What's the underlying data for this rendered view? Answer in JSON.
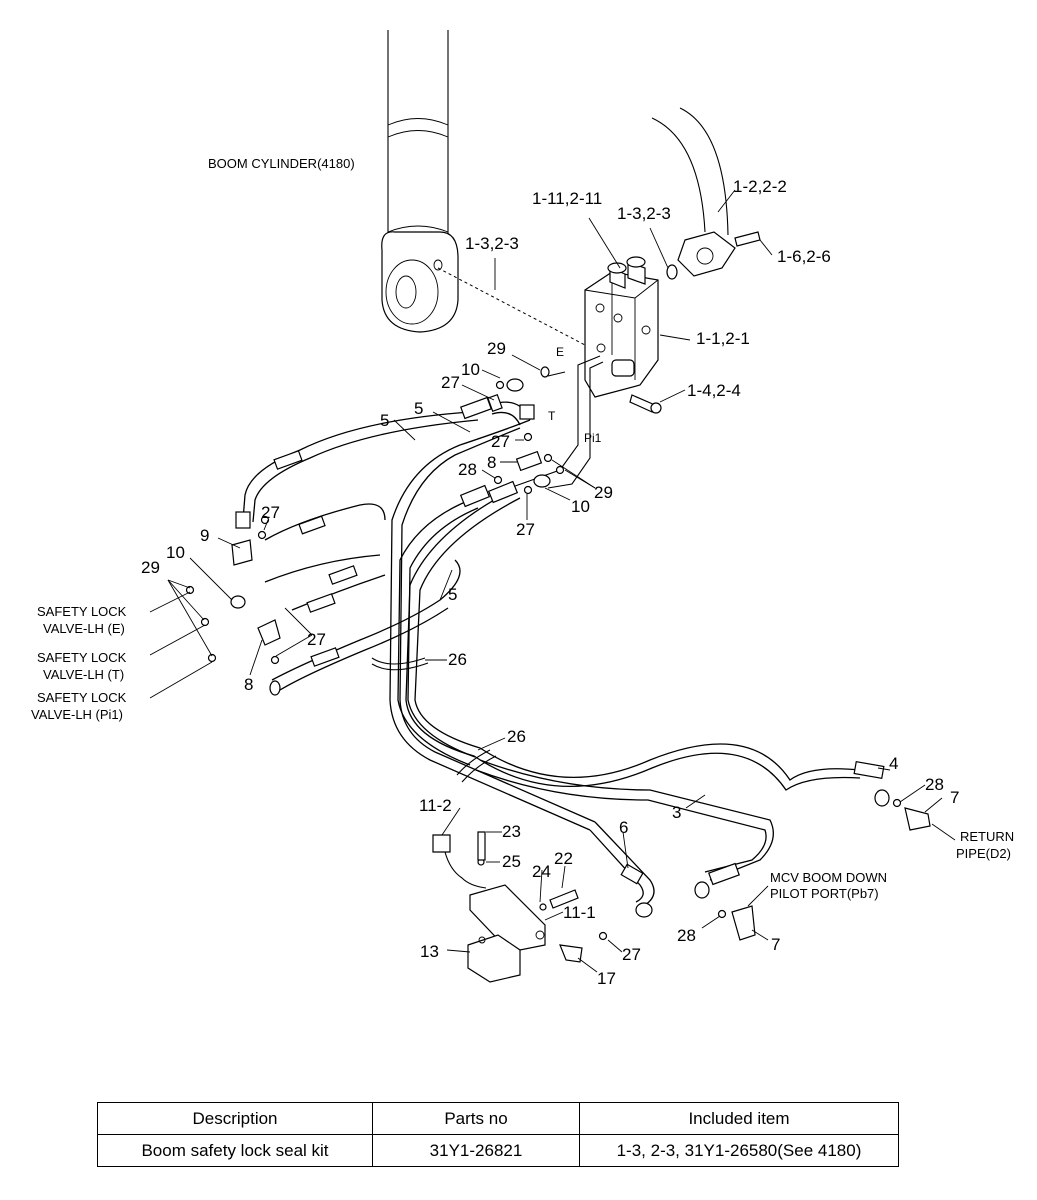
{
  "diagram": {
    "captions": {
      "boom_cylinder": "BOOM CYLINDER(4180)",
      "safety_lock_e_1": "SAFETY LOCK",
      "safety_lock_e_2": "VALVE-LH (E)",
      "safety_lock_t_1": "SAFETY LOCK",
      "safety_lock_t_2": "VALVE-LH (T)",
      "safety_lock_pi1_1": "SAFETY LOCK",
      "safety_lock_pi1_2": "VALVE-LH (Pi1)",
      "return_pipe_1": "RETURN",
      "return_pipe_2": "PIPE(D2)",
      "mcv_port_1": "MCV BOOM DOWN",
      "mcv_port_2": "PILOT PORT(Pb7)",
      "port_e": "E",
      "port_t": "T",
      "port_pi1": "Pi1"
    },
    "callouts": {
      "c_1_11": "1-11,2-11",
      "c_1_3_top": "1-3,2-3",
      "c_1_2": "1-2,2-2",
      "c_1_6": "1-6,2-6",
      "c_1_3_left": "1-3,2-3",
      "c_1_1": "1-1,2-1",
      "c_1_4": "1-4,2-4",
      "c_29_top": "29",
      "c_10_top": "10",
      "c_27_top": "27",
      "c_5_a": "5",
      "c_5_b": "5",
      "c_27_mid": "27",
      "c_8_mid": "8",
      "c_28_mid": "28",
      "c_29_right": "29",
      "c_10_right": "10",
      "c_27_right": "27",
      "c_9": "9",
      "c_27_left": "27",
      "c_10_left": "10",
      "c_29_left": "29",
      "c_5_c": "5",
      "c_27_lower": "27",
      "c_8_lower": "8",
      "c_26_a": "26",
      "c_26_b": "26",
      "c_4": "4",
      "c_28_ret": "28",
      "c_7_ret": "7",
      "c_3": "3",
      "c_6": "6",
      "c_11_2": "11-2",
      "c_23": "23",
      "c_25": "25",
      "c_24": "24",
      "c_22": "22",
      "c_11_1": "11-1",
      "c_13": "13",
      "c_17": "17",
      "c_27_bot": "27",
      "c_28_bot": "28",
      "c_7_bot": "7"
    }
  },
  "kit_table": {
    "headers": [
      "Description",
      "Parts no",
      "Included item"
    ],
    "rows": [
      [
        "Boom safety lock seal kit",
        "31Y1-26821",
        "1-3, 2-3, 31Y1-26580(See 4180)"
      ]
    ]
  }
}
